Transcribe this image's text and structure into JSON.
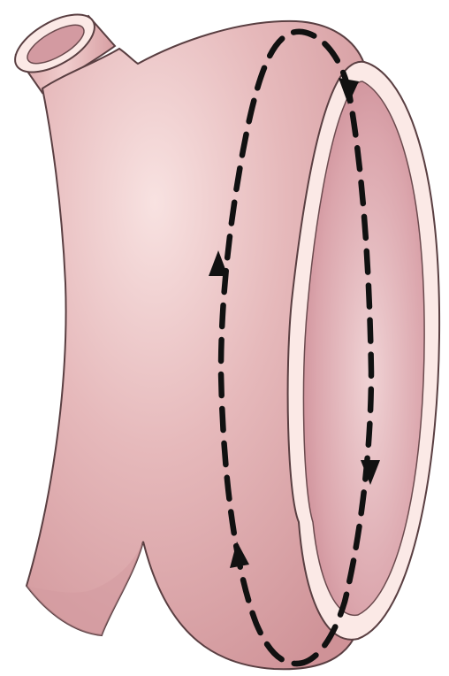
{
  "figure": {
    "subject": "cut-away-vessel-loop",
    "icon_names": [
      "upper-branch-vessel",
      "lower-branch-vessel",
      "cut-opening",
      "circulation-arrow"
    ]
  },
  "colors": {
    "tissue": "#e4b4b6",
    "tissue_light": "#f6dcdc",
    "tissue_shadow": "#cf9095",
    "outline": "#5a3f42",
    "rim": "#fbe9e6",
    "cavity": "#d08f99",
    "cavity_light": "#ecc6c9",
    "flow_path": "#111111"
  },
  "flow": {
    "direction": "circular",
    "arrowheads": 4,
    "dash_style": "long-dash"
  }
}
